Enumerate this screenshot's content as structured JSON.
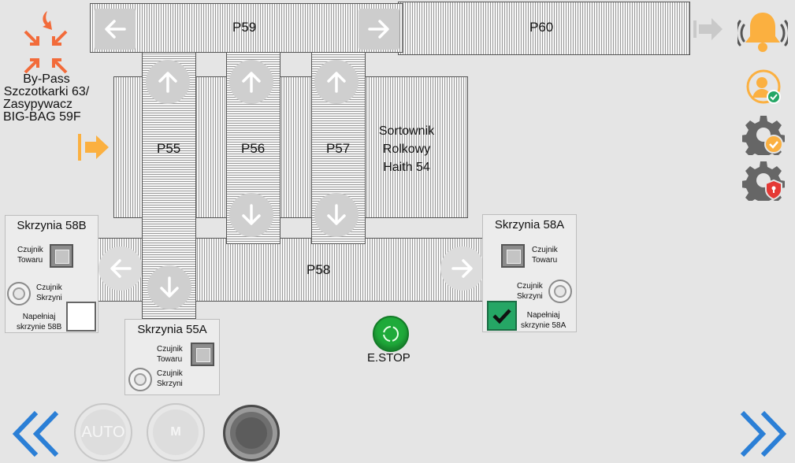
{
  "conveyors": {
    "p59": "P59",
    "p60": "P60",
    "p55": "P55",
    "p56": "P56",
    "p57": "P57",
    "p58": "P58"
  },
  "sorter": {
    "line1": "Sortownik",
    "line2": "Rolkowy",
    "line3": "Haith 54"
  },
  "bypass": {
    "line1": "By-Pass",
    "line2": "Szczotkarki 63/",
    "line3": "Zasypywacz",
    "line4": "BIG-BAG 59F"
  },
  "box58b": {
    "title": "Skrzynia 58B",
    "sensor_goods_1": "Czujnik",
    "sensor_goods_2": "Towaru",
    "sensor_box_1": "Czujnik",
    "sensor_box_2": "Skrzyni",
    "fill_1": "Napełniaj",
    "fill_2": "skrzynie 58B",
    "fill_checked": false
  },
  "box58a": {
    "title": "Skrzynia 58A",
    "sensor_goods_1": "Czujnik",
    "sensor_goods_2": "Towaru",
    "sensor_box_1": "Czujnik",
    "sensor_box_2": "Skrzyni",
    "fill_1": "Napełniaj",
    "fill_2": "skrzynie 58A",
    "fill_checked": true
  },
  "box55a": {
    "title": "Skrzynia 55A",
    "sensor_goods_1": "Czujnik",
    "sensor_goods_2": "Towaru",
    "sensor_box_1": "Czujnik",
    "sensor_box_2": "Skrzyni"
  },
  "estop": {
    "label": "E.STOP",
    "color": "#1faa3a"
  },
  "bottom": {
    "auto_label": "AUTO",
    "manual_label": "M"
  },
  "colors": {
    "accent": "#fbb040",
    "nav": "#2b7fd6",
    "bypass_icon": "#f26b3a",
    "status_ok": "#25a665",
    "alarm": "#e53935"
  },
  "icons": {
    "bell": "bell-icon",
    "user": "user-check-icon",
    "settings_ok": "gear-check-icon",
    "settings_lock": "gear-lock-icon"
  }
}
